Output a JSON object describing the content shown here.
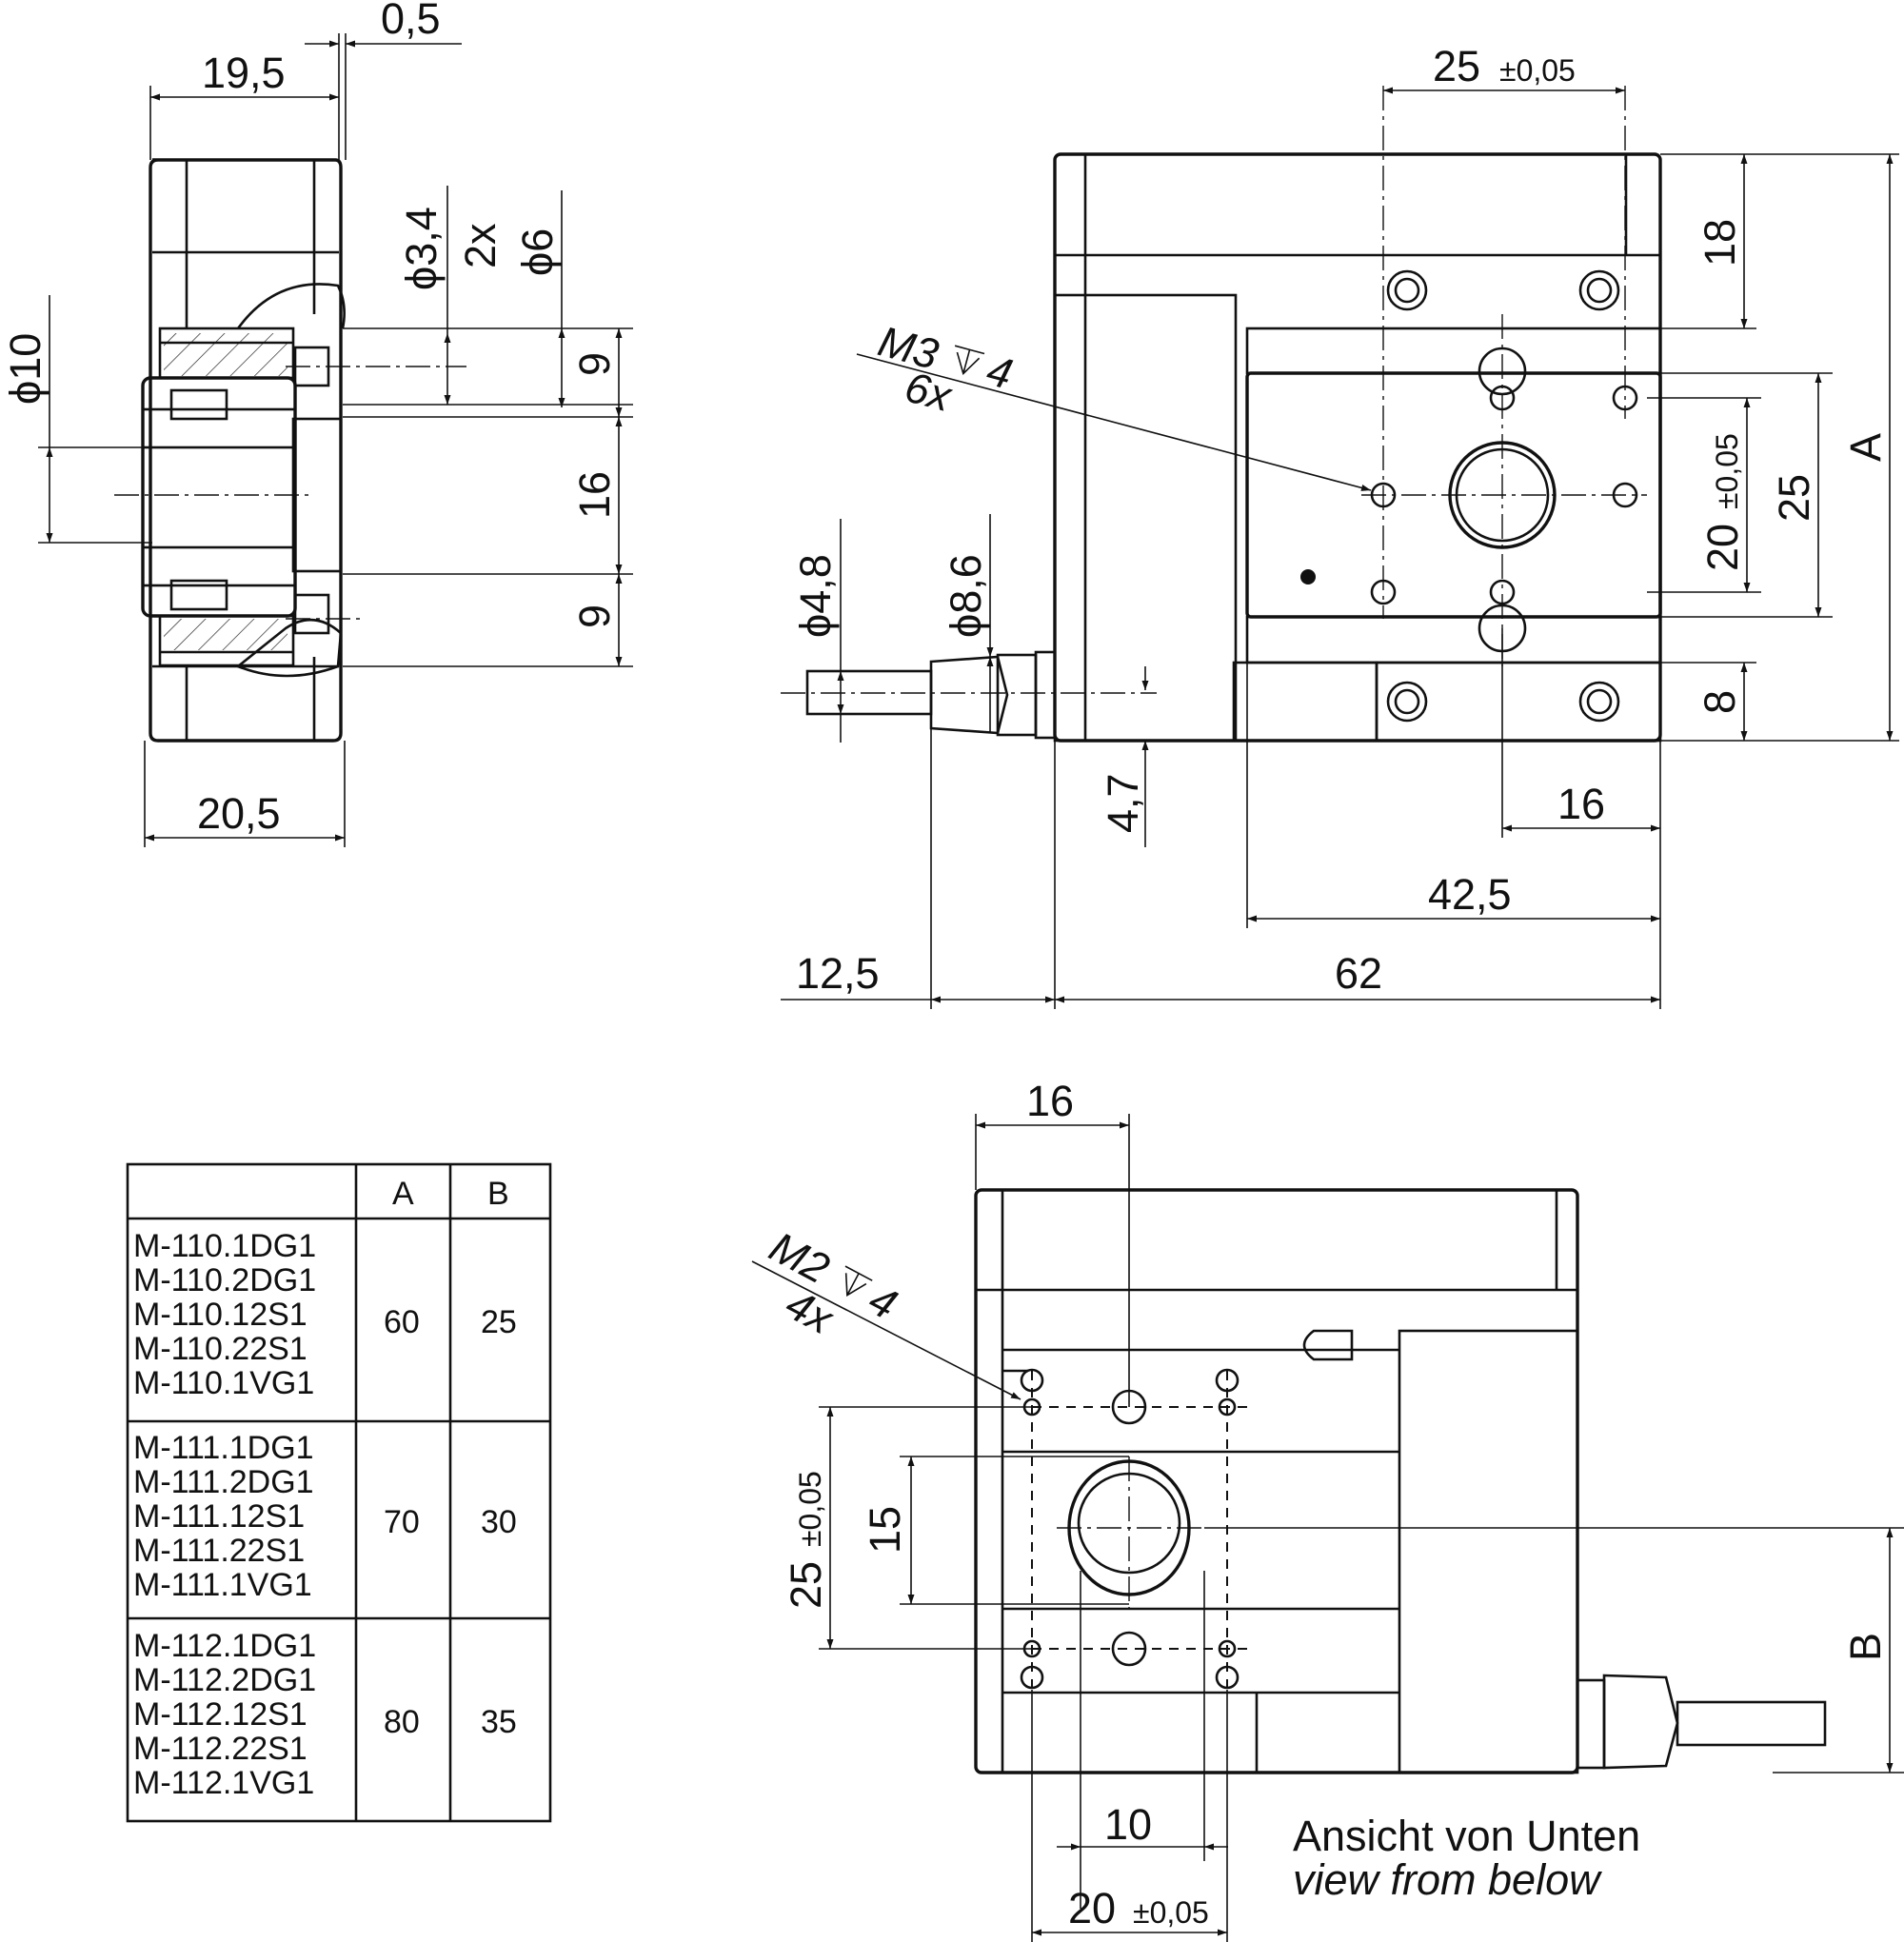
{
  "side_view": {
    "dim_width_top": "19,5",
    "dim_offset": "0,5",
    "dim_bore_dia": "ϕ10",
    "dim_hole_dia": "ϕ3,4",
    "dim_hole_count": "2x",
    "dim_counterbore_dia": "ϕ6",
    "dim_9_top": "9",
    "dim_16": "16",
    "dim_9_bottom": "9",
    "dim_width_bottom": "20,5"
  },
  "top_view": {
    "dim_25_top": "25",
    "dim_25_top_tol": "±0,05",
    "dim_18": "18",
    "dim_A": "A",
    "dim_25_right": "25",
    "dim_20": "20",
    "dim_20_tol": "±0,05",
    "dim_8": "8",
    "thread_callout": "M3",
    "thread_depth": "4",
    "thread_count": "6x",
    "dim_cable_dia": "ϕ4,8",
    "dim_gland_dia": "ϕ8,6",
    "dim_4_7": "4,7",
    "dim_16": "16",
    "dim_42_5": "42,5",
    "dim_12_5": "12,5",
    "dim_62": "62"
  },
  "bottom_view": {
    "dim_16": "16",
    "thread_callout": "M2",
    "thread_depth": "4",
    "thread_count": "4x",
    "dim_25": "25",
    "dim_25_tol": "±0,05",
    "dim_15": "15",
    "dim_B": "B",
    "dim_10": "10",
    "dim_20": "20",
    "dim_20_tol": "±0,05",
    "caption_de": "Ansicht von Unten",
    "caption_en": "view from below"
  },
  "table": {
    "headers": [
      "",
      "A",
      "B"
    ],
    "rows": [
      {
        "models": [
          "M-110.1DG1",
          "M-110.2DG1",
          "M-110.12S1",
          "M-110.22S1",
          "M-110.1VG1"
        ],
        "A": "60",
        "B": "25"
      },
      {
        "models": [
          "M-111.1DG1",
          "M-111.2DG1",
          "M-111.12S1",
          "M-111.22S1",
          "M-111.1VG1"
        ],
        "A": "70",
        "B": "30"
      },
      {
        "models": [
          "M-112.1DG1",
          "M-112.2DG1",
          "M-112.12S1",
          "M-112.22S1",
          "M-112.1VG1"
        ],
        "A": "80",
        "B": "35"
      }
    ]
  }
}
